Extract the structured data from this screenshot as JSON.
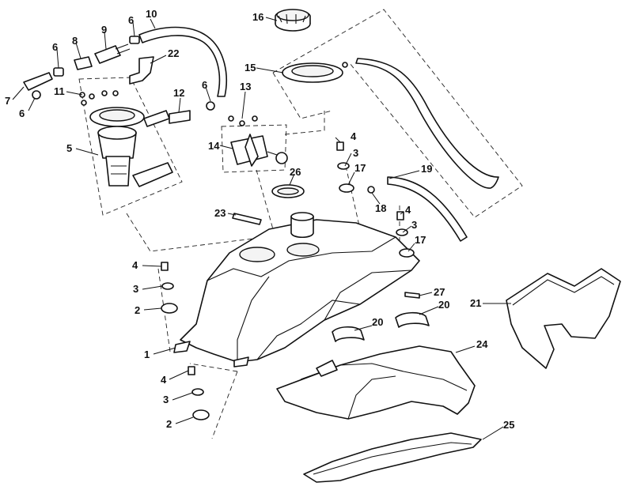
{
  "callouts": [
    {
      "num": "1"
    },
    {
      "num": "2"
    },
    {
      "num": "2"
    },
    {
      "num": "3"
    },
    {
      "num": "3"
    },
    {
      "num": "3"
    },
    {
      "num": "3"
    },
    {
      "num": "4"
    },
    {
      "num": "4"
    },
    {
      "num": "4"
    },
    {
      "num": "4"
    },
    {
      "num": "5"
    },
    {
      "num": "6"
    },
    {
      "num": "6"
    },
    {
      "num": "6"
    },
    {
      "num": "6"
    },
    {
      "num": "7"
    },
    {
      "num": "8"
    },
    {
      "num": "9"
    },
    {
      "num": "10"
    },
    {
      "num": "11"
    },
    {
      "num": "12"
    },
    {
      "num": "13"
    },
    {
      "num": "14"
    },
    {
      "num": "15"
    },
    {
      "num": "16"
    },
    {
      "num": "17"
    },
    {
      "num": "17"
    },
    {
      "num": "18"
    },
    {
      "num": "19"
    },
    {
      "num": "20"
    },
    {
      "num": "20"
    },
    {
      "num": "21"
    },
    {
      "num": "22"
    },
    {
      "num": "23"
    },
    {
      "num": "24"
    },
    {
      "num": "25"
    },
    {
      "num": "26"
    },
    {
      "num": "27"
    }
  ]
}
